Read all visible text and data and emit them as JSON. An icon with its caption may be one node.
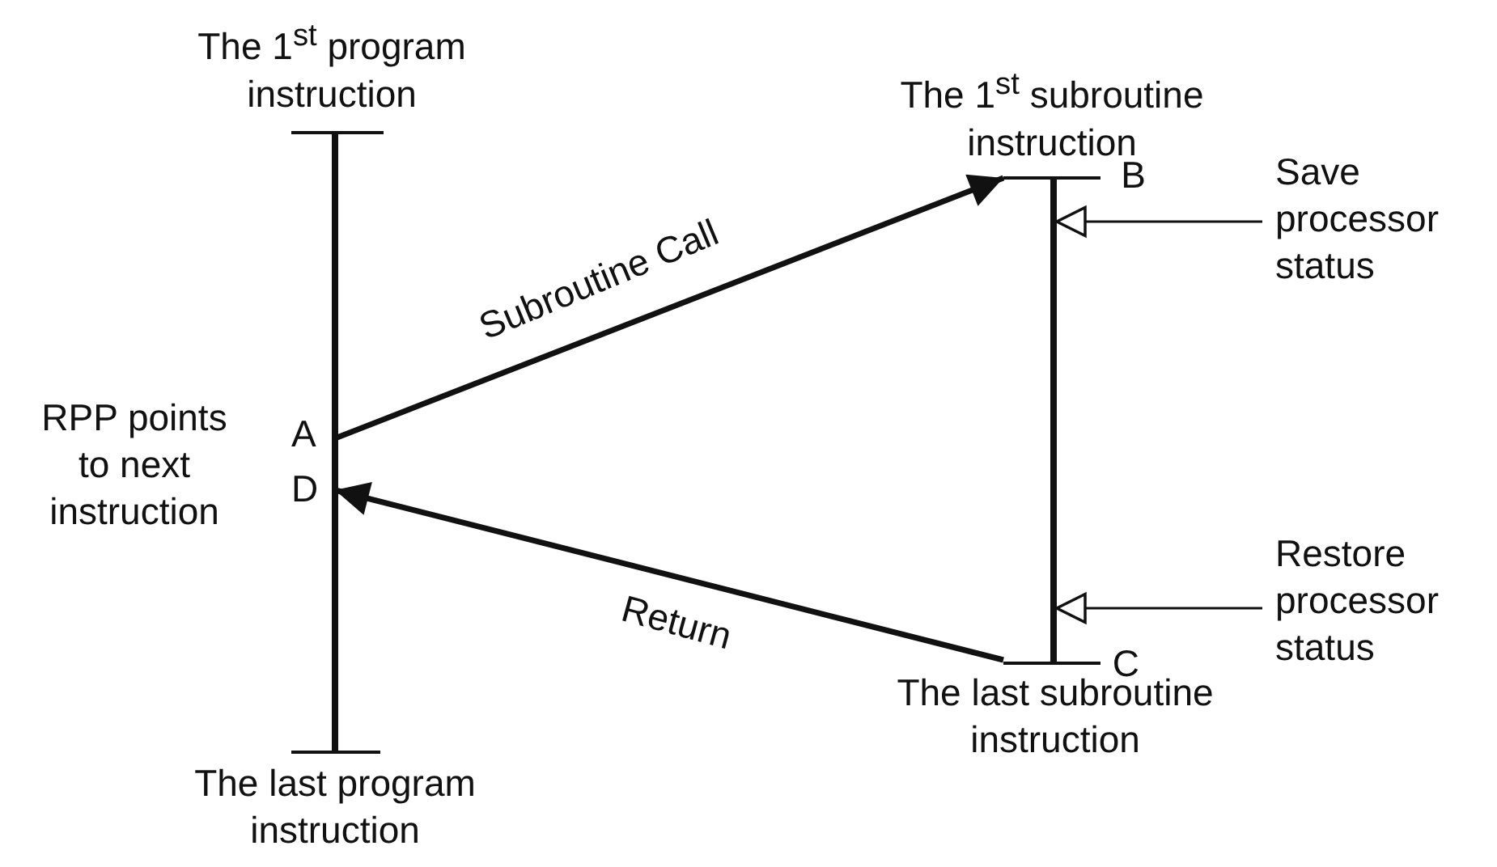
{
  "diagram": {
    "nodes": [
      {
        "text": [
          "A"
        ]
      },
      {
        "text": [
          "B"
        ]
      },
      {
        "text": [
          "C"
        ]
      },
      {
        "text": [
          "D"
        ]
      },
      {
        "text": [
          "Save processor status"
        ]
      },
      {
        "text": [
          "Restore processor status"
        ]
      },
      {
        "text": [],
        "shape": "bar"
      },
      {
        "text": [],
        "shape": "bar"
      }
    ],
    "edges": [
      {
        "from": 0,
        "to": 1,
        "arrow": "to",
        "label": "Subroutine Call",
        "style": "thick"
      },
      {
        "from": 2,
        "to": 3,
        "arrow": "to",
        "label": "Return",
        "style": "thick"
      },
      {
        "from": 4,
        "to": 7,
        "arrow": "to"
      },
      {
        "from": 5,
        "to": 7,
        "arrow": "to"
      }
    ],
    "labels": [
      "The 1$^{st}$ program instruction",
      "The 1$^{st}$ subroutine instruction",
      "RPP points to next instruction",
      "The last subroutine instruction",
      "The last program instruction"
    ]
  }
}
